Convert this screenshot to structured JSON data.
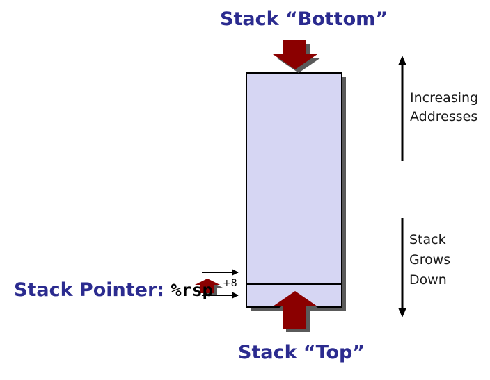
{
  "labels": {
    "stack_bottom": "Stack “Bottom”",
    "stack_top": "Stack “Top”",
    "stack_pointer": "Stack Pointer: ",
    "register": "%rsp",
    "increasing_line1": "Increasing",
    "increasing_line2": "Addresses",
    "grows_line1": "Stack",
    "grows_line2": "Grows",
    "grows_line3": "Down",
    "offset": "+8"
  },
  "colors": {
    "title": "#2b2b8f",
    "stack_fill": "#d6d6f3",
    "arrow_fill": "#8b0000",
    "shadow": "#5a5a5a",
    "outline": "#000000"
  },
  "icons": {
    "block_arrow_down": "thick-down-arrow-icon",
    "block_arrow_up": "thick-up-arrow-icon",
    "address_arrow": "double-headed-vertical-arrow-icon"
  }
}
